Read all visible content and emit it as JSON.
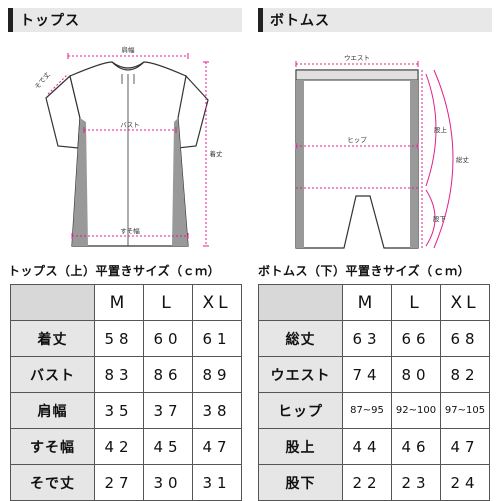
{
  "tops": {
    "title": "トップス",
    "labels": {
      "shoulder": "肩幅",
      "bust": "バスト",
      "length": "着丈",
      "sleeve": "そで丈",
      "hem": "すそ幅"
    },
    "caption": "トップス（上）平置きサイズ（ｃｍ）",
    "columns": [
      "M",
      "L",
      "XL"
    ],
    "rows": [
      {
        "label": "着丈",
        "values": [
          "58",
          "60",
          "61"
        ]
      },
      {
        "label": "バスト",
        "values": [
          "83",
          "86",
          "89"
        ]
      },
      {
        "label": "肩幅",
        "values": [
          "35",
          "37",
          "38"
        ]
      },
      {
        "label": "すそ幅",
        "values": [
          "42",
          "45",
          "47"
        ]
      },
      {
        "label": "そで丈",
        "values": [
          "27",
          "30",
          "31"
        ]
      }
    ]
  },
  "bottoms": {
    "title": "ボトムス",
    "labels": {
      "waist": "ウエスト",
      "hip": "ヒップ",
      "total_length": "総丈",
      "rise": "股上",
      "inseam": "股下"
    },
    "caption": "ボトムス（下）平置きサイズ（ｃｍ）",
    "columns": [
      "M",
      "L",
      "XL"
    ],
    "rows": [
      {
        "label": "総丈",
        "values": [
          "63",
          "66",
          "68"
        ]
      },
      {
        "label": "ウエスト",
        "values": [
          "74",
          "80",
          "82"
        ]
      },
      {
        "label": "ヒップ",
        "values": [
          "87~95",
          "92~100",
          "97~105"
        ]
      },
      {
        "label": "股上",
        "values": [
          "44",
          "46",
          "47"
        ]
      },
      {
        "label": "股下",
        "values": [
          "22",
          "23",
          "24"
        ]
      }
    ]
  },
  "colors": {
    "measure_line": "#e0208c",
    "garment_outline": "#333333",
    "header_bg": "#e8e8e8",
    "row_header_bg": "#e6e6e6"
  }
}
